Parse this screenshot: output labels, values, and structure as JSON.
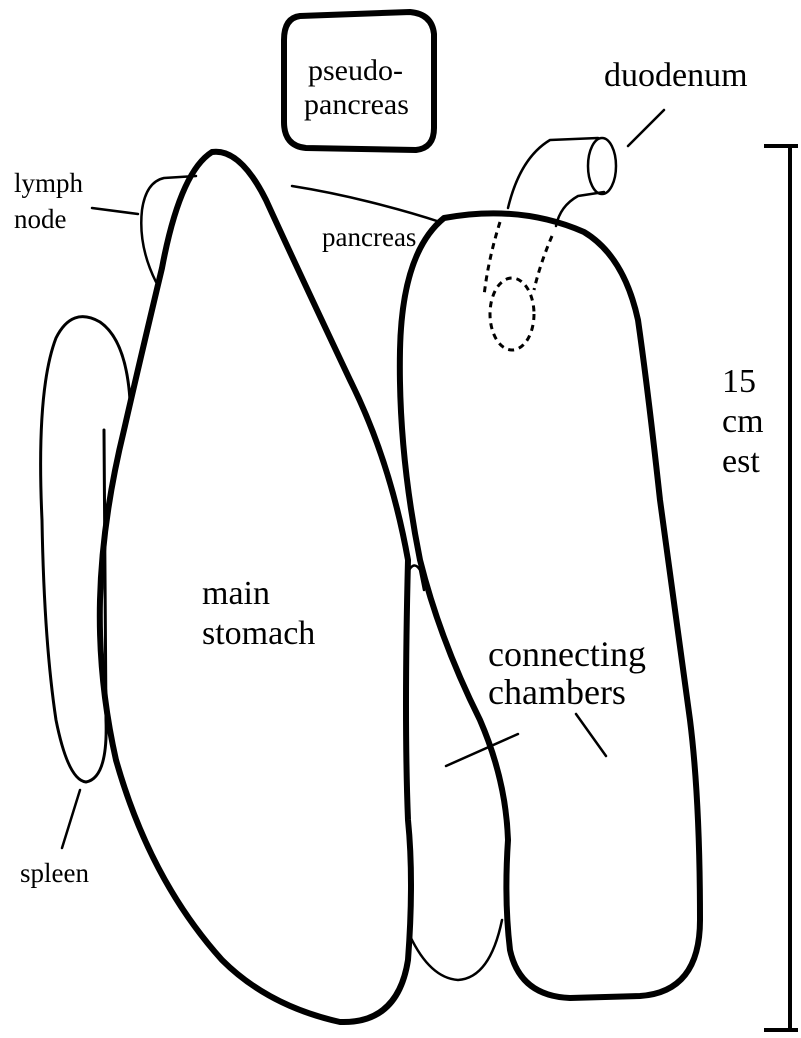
{
  "labels": {
    "pseudo_pancreas_line1": "pseudo-",
    "pseudo_pancreas_line2": "pancreas",
    "duodenum": "duodenum",
    "lymph_node_line1": "lymph",
    "lymph_node_line2": "node",
    "pancreas": "pancreas",
    "main_stomach_line1": "main",
    "main_stomach_line2": "stomach",
    "connecting_chambers_line1": "connecting",
    "connecting_chambers_line2": "chambers",
    "spleen": "spleen",
    "scale_line1": "15",
    "scale_line2": "cm",
    "scale_line3": "est"
  },
  "colors": {
    "stroke": "#000000",
    "background": "#ffffff"
  }
}
